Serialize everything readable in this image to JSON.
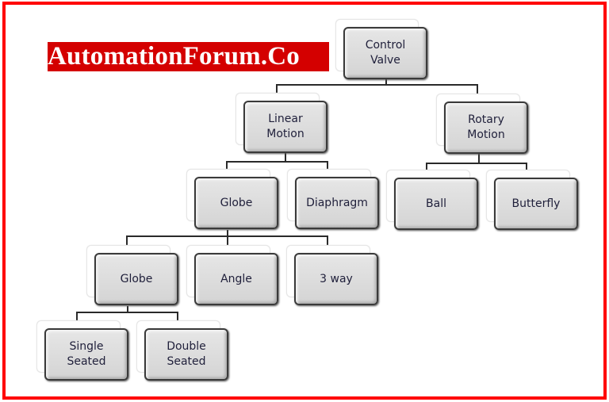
{
  "watermark": {
    "text": "AutomationForum.Co",
    "bg_color": "#d40000",
    "text_color": "#ffffff"
  },
  "frame": {
    "border_color": "#ff0000"
  },
  "tree": {
    "root": {
      "label": "Control Valve",
      "line1": "Control",
      "line2": "Valve"
    },
    "linear": {
      "label": "Linear Motion",
      "line1": "Linear",
      "line2": "Motion"
    },
    "rotary": {
      "label": "Rotary Motion",
      "line1": "Rotary",
      "line2": "Motion"
    },
    "globe_l3": {
      "label": "Globe"
    },
    "diaphragm": {
      "label": "Diaphragm"
    },
    "ball": {
      "label": "Ball"
    },
    "butterfly": {
      "label": "Butterfly"
    },
    "globe_l4": {
      "label": "Globe"
    },
    "angle": {
      "label": "Angle"
    },
    "three_way": {
      "label": "3 way"
    },
    "single_seated": {
      "label": "Single Seated",
      "line1": "Single",
      "line2": "Seated"
    },
    "double_seated": {
      "label": "Double Seated",
      "line1": "Double",
      "line2": "Seated"
    }
  },
  "colors": {
    "node_fill": "#d9d9d9",
    "node_border": "#3a3a3a",
    "node_text": "#1f1f3a",
    "connector": "#2a2a2a"
  }
}
